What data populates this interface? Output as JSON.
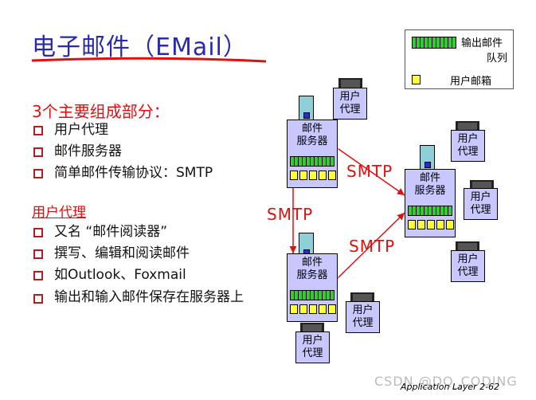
{
  "title": "电子邮件（EMail）",
  "legend": {
    "queue_label_1": "输出邮件",
    "queue_label_2": "队列",
    "mailbox_label": "用户邮箱"
  },
  "components": {
    "heading": "3个主要组成部分：",
    "items": [
      "用户代理",
      "邮件服务器",
      "简单邮件传输协议：SMTP"
    ]
  },
  "user_agent": {
    "heading": "用户代理",
    "items": [
      "又名 “邮件阅读器”",
      "撰写、编辑和阅读邮件",
      "如Outlook、Foxmail",
      "输出和输入邮件保存在服务器上"
    ]
  },
  "diagram": {
    "server_label_1": "邮件",
    "server_label_2": "服务器",
    "agent_label_1": "用户",
    "agent_label_2": "代理",
    "protocol": "SMTP"
  },
  "footer": "Application Layer   2-62",
  "watermark": "CSDN @DQ_CODING",
  "colors": {
    "title": "#2a2ab0",
    "accent_red": "#e01010",
    "server_fill": "#c8c8ff",
    "queue_green": "#33cc33",
    "mailbox_yellow": "#ffff33"
  }
}
